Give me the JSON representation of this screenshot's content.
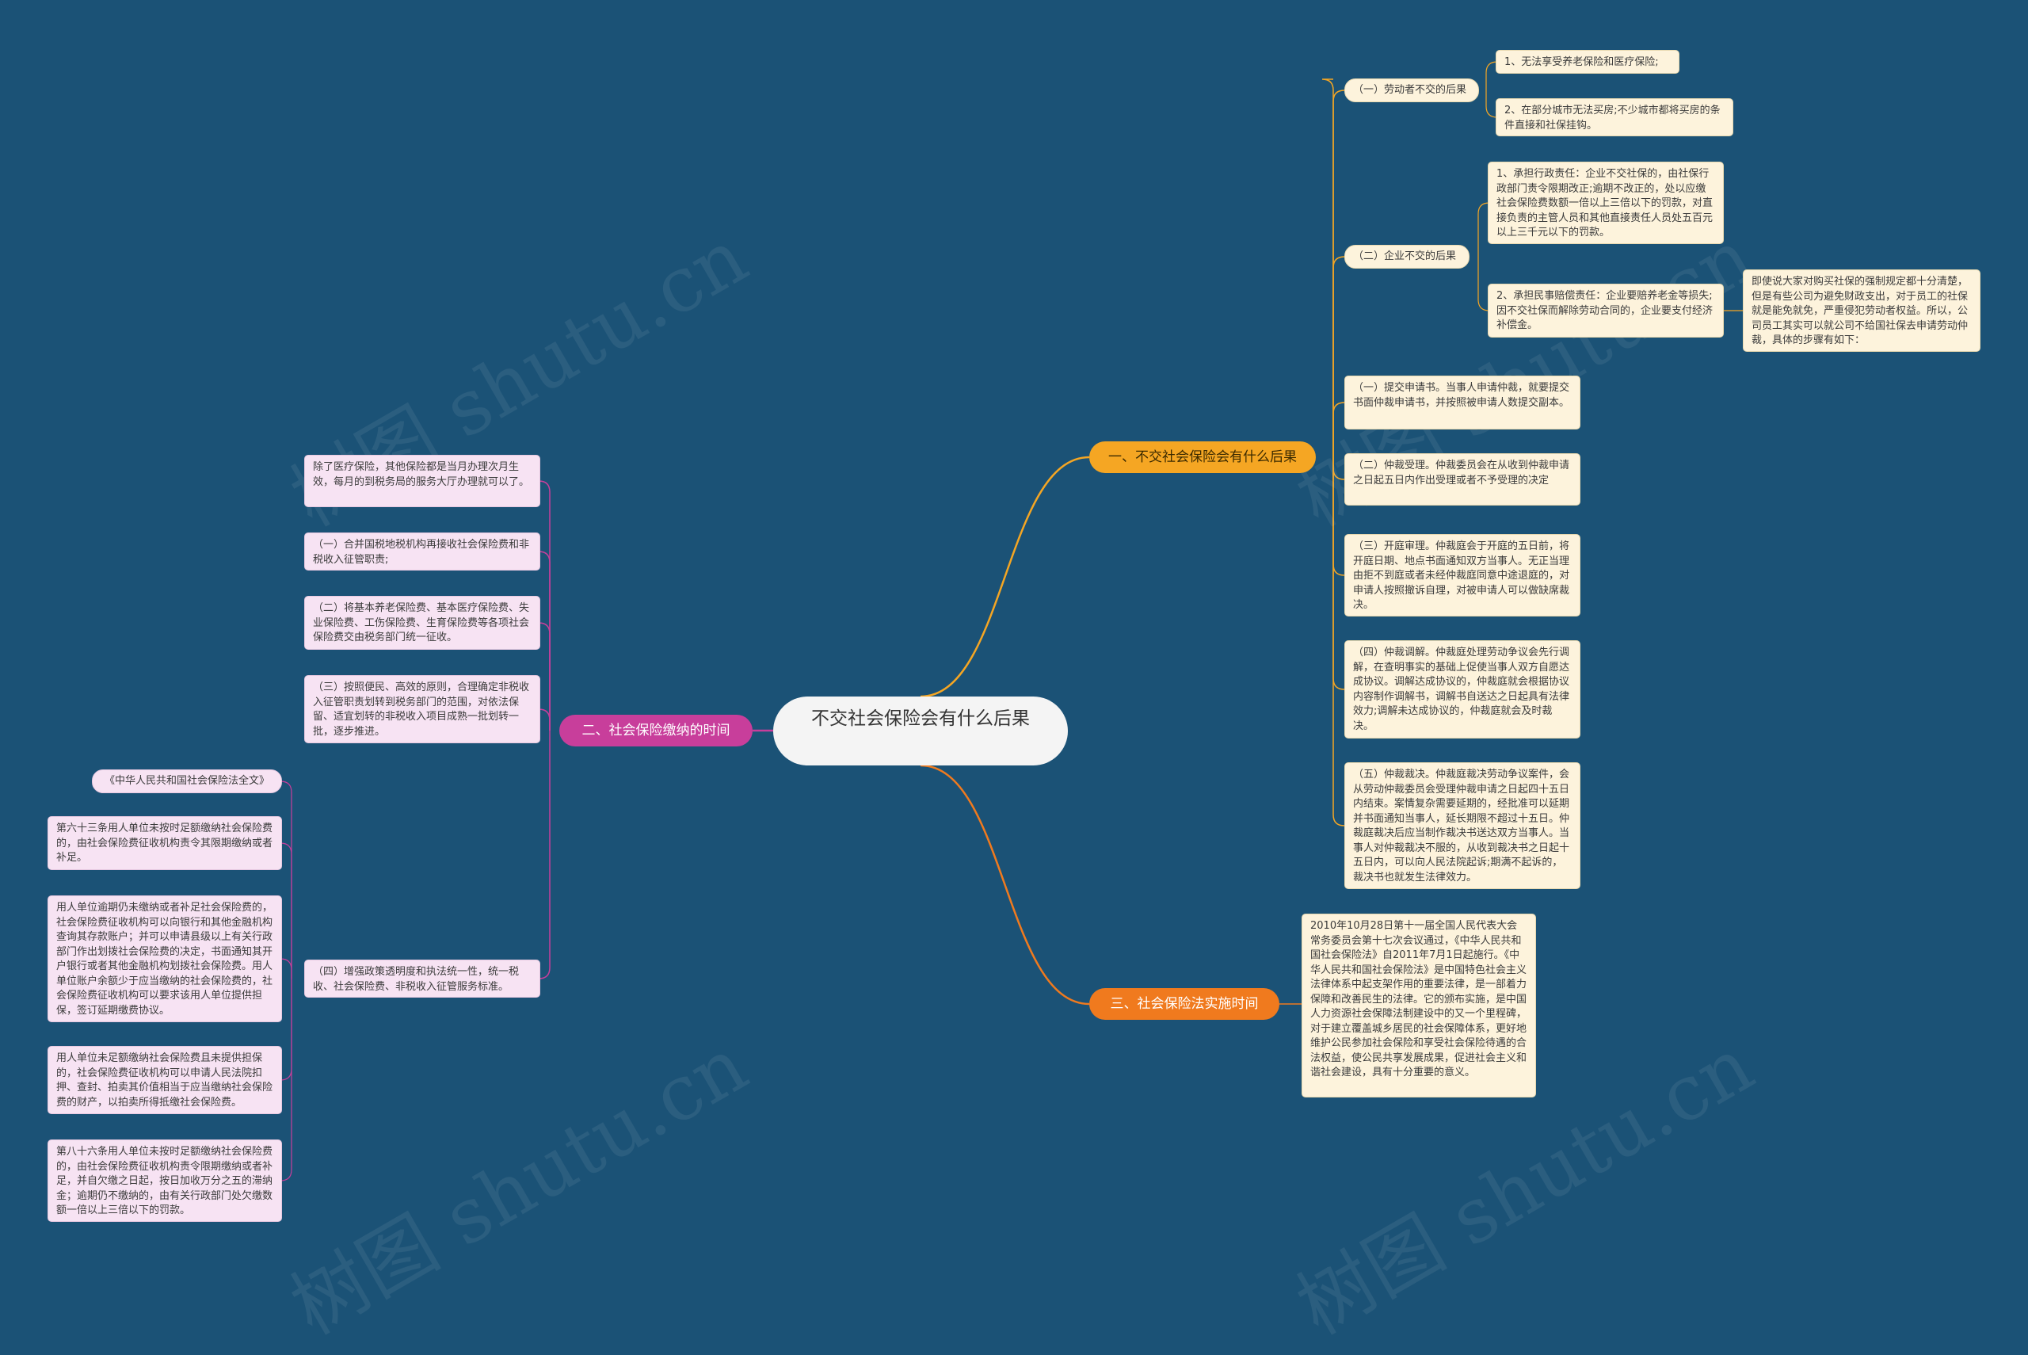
{
  "root": {
    "title": "不交社会保险会有什么后果"
  },
  "branches": {
    "b1": {
      "label": "一、不交社会保险会有什么后果",
      "color": "#f5a623",
      "g1": {
        "label": "（一）劳动者不交的后果",
        "items": [
          "1、无法享受养老保险和医疗保险;",
          "2、在部分城市无法买房;不少城市都将买房的条件直接和社保挂钩。"
        ]
      },
      "g2": {
        "label": "（二）企业不交的后果",
        "items": [
          "1、承担行政责任：企业不交社保的，由社保行政部门责令限期改正;逾期不改正的，处以应缴社会保险费数额一倍以上三倍以下的罚款，对直接负责的主管人员和其他直接责任人员处五百元以上三千元以下的罚款。",
          "2、承担民事赔偿责任：企业要赔养老金等损失;因不交社保而解除劳动合同的，企业要支付经济补偿金。"
        ],
        "note": "即使说大家对购买社保的强制规定都十分清楚，但是有些公司为避免财政支出，对于员工的社保就是能免就免，严重侵犯劳动者权益。所以，公司员工其实可以就公司不给国社保去申请劳动仲裁，具体的步骤有如下："
      },
      "steps": [
        "（一）提交申请书。当事人申请仲裁，就要提交书面仲裁申请书，并按照被申请人数提交副本。",
        "（二）仲裁受理。仲裁委员会在从收到仲裁申请之日起五日内作出受理或者不予受理的决定",
        "（三）开庭审理。仲裁庭会于开庭的五日前，将开庭日期、地点书面通知双方当事人。无正当理由拒不到庭或者未经仲裁庭同意中途退庭的，对申请人按照撤诉自理，对被申请人可以做缺席裁决。",
        "（四）仲裁调解。仲裁庭处理劳动争议会先行调解，在查明事实的基础上促使当事人双方自愿达成协议。调解达成协议的，仲裁庭就会根据协议内容制作调解书，调解书自送达之日起具有法律效力;调解未达成协议的，仲裁庭就会及时裁决。",
        "（五）仲裁裁决。仲裁庭裁决劳动争议案件，会从劳动仲裁委员会受理仲裁申请之日起四十五日内结束。案情复杂需要延期的，经批准可以延期并书面通知当事人，延长期限不超过十五日。仲裁庭裁决后应当制作裁决书送达双方当事人。当事人对仲裁裁决不服的，从收到裁决书之日起十五日内，可以向人民法院起诉;期满不起诉的，裁决书也就发生法律效力。"
      ]
    },
    "b2": {
      "label": "二、社会保险缴纳的时间",
      "color": "#c83e9b",
      "items": [
        "除了医疗保险，其他保险都是当月办理次月生效，每月的到税务局的服务大厅办理就可以了。",
        "（一）合并国税地税机构再接收社会保险费和非税收入征管职责;",
        "（二）将基本养老保险费、基本医疗保险费、失业保险费、工伤保险费、生育保险费等各项社会保险费交由税务部门统一征收。",
        "（三）按照便民、高效的原则，合理确定非税收入征管职责划转到税务部门的范围，对依法保留、适宜划转的非税收入项目成熟一批划转一批，逐步推进。",
        "（四）增强政策透明度和执法统一性，统一税收、社会保险费、非税收入征管服务标准。"
      ],
      "sub": [
        "《中华人民共和国社会保险法全文》",
        "第六十三条用人单位未按时足额缴纳社会保险费的，由社会保险费征收机构责令其限期缴纳或者补足。",
        "用人单位逾期仍未缴纳或者补足社会保险费的，社会保险费征收机构可以向银行和其他金融机构查询其存款账户；并可以申请县级以上有关行政部门作出划拨社会保险费的决定，书面通知其开户银行或者其他金融机构划拨社会保险费。用人单位账户余额少于应当缴纳的社会保险费的，社会保险费征收机构可以要求该用人单位提供担保，签订延期缴费协议。",
        "用人单位未足额缴纳社会保险费且未提供担保的，社会保险费征收机构可以申请人民法院扣押、查封、拍卖其价值相当于应当缴纳社会保险费的财产，以拍卖所得抵缴社会保险费。",
        "第八十六条用人单位未按时足额缴纳社会保险费的，由社会保险费征收机构责令限期缴纳或者补足，并自欠缴之日起，按日加收万分之五的滞纳金；逾期仍不缴纳的，由有关行政部门处欠缴数额一倍以上三倍以下的罚款。"
      ]
    },
    "b3": {
      "label": "三、社会保险法实施时间",
      "color": "#f07a1e",
      "text": "2010年10月28日第十一届全国人民代表大会常务委员会第十七次会议通过，《中华人民共和国社会保险法》自2011年7月1日起施行。《中华人民共和国社会保险法》是中国特色社会主义法律体系中起支架作用的重要法律，是一部着力保障和改善民生的法律。它的颁布实施，是中国人力资源社会保障法制建设中的又一个里程碑，对于建立覆盖城乡居民的社会保障体系，更好地维护公民参加社会保险和享受社会保险待遇的合法权益，使公民共享发展成果，促进社会主义和谐社会建设，具有十分重要的意义。"
    }
  },
  "watermark": "树图 shutu.cn"
}
